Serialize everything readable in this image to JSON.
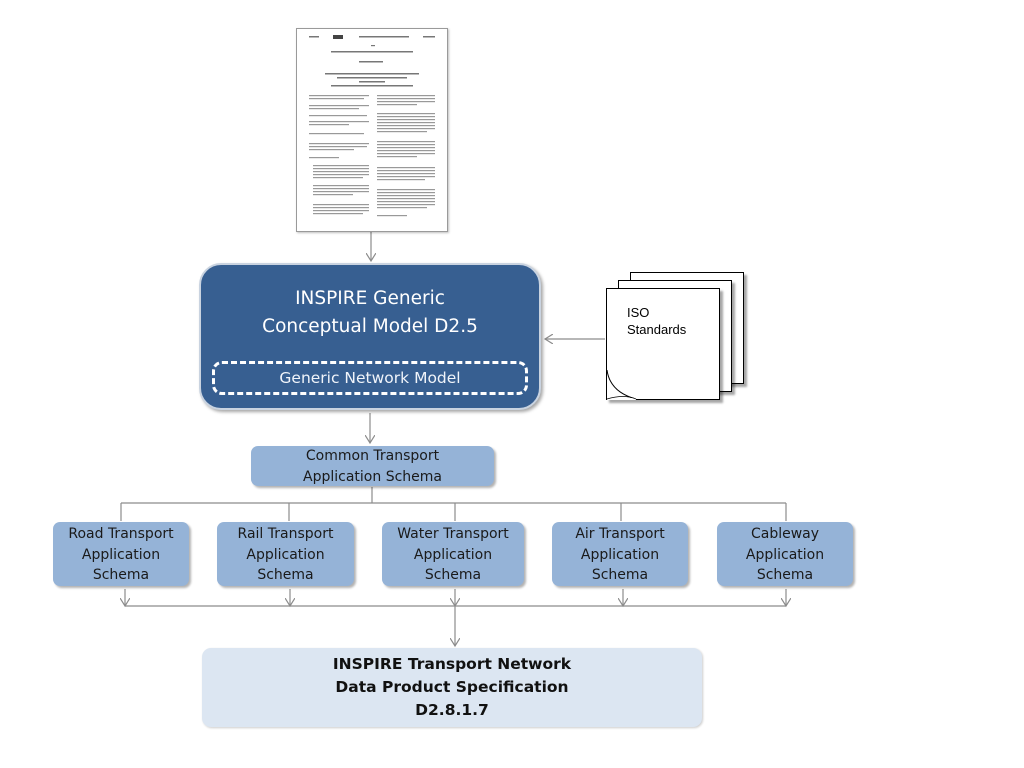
{
  "diagram": {
    "main_model": {
      "title_line1": "INSPIRE Generic",
      "title_line2": "Conceptual Model D2.5",
      "inner_label": "Generic Network Model"
    },
    "iso": {
      "line1": "ISO",
      "line2": "Standards"
    },
    "common_schema": {
      "line1": "Common Transport",
      "line2": "Application Schema"
    },
    "schemas": [
      {
        "line1": "Road Transport",
        "line2": "Application",
        "line3": "Schema"
      },
      {
        "line1": "Rail Transport",
        "line2": "Application",
        "line3": "Schema"
      },
      {
        "line1": "Water Transport",
        "line2": "Application",
        "line3": "Schema"
      },
      {
        "line1": "Air Transport",
        "line2": "Application",
        "line3": "Schema"
      },
      {
        "line1": "Cableway",
        "line2": "Application",
        "line3": "Schema"
      }
    ],
    "final": {
      "line1": "INSPIRE Transport Network",
      "line2": "Data Product Specification",
      "line3": "D2.8.1.7"
    },
    "colors": {
      "main_box": "#375f91",
      "schema_box": "#95b3d7",
      "final_box": "#dce6f2",
      "connector": "#8c8c8c"
    }
  }
}
